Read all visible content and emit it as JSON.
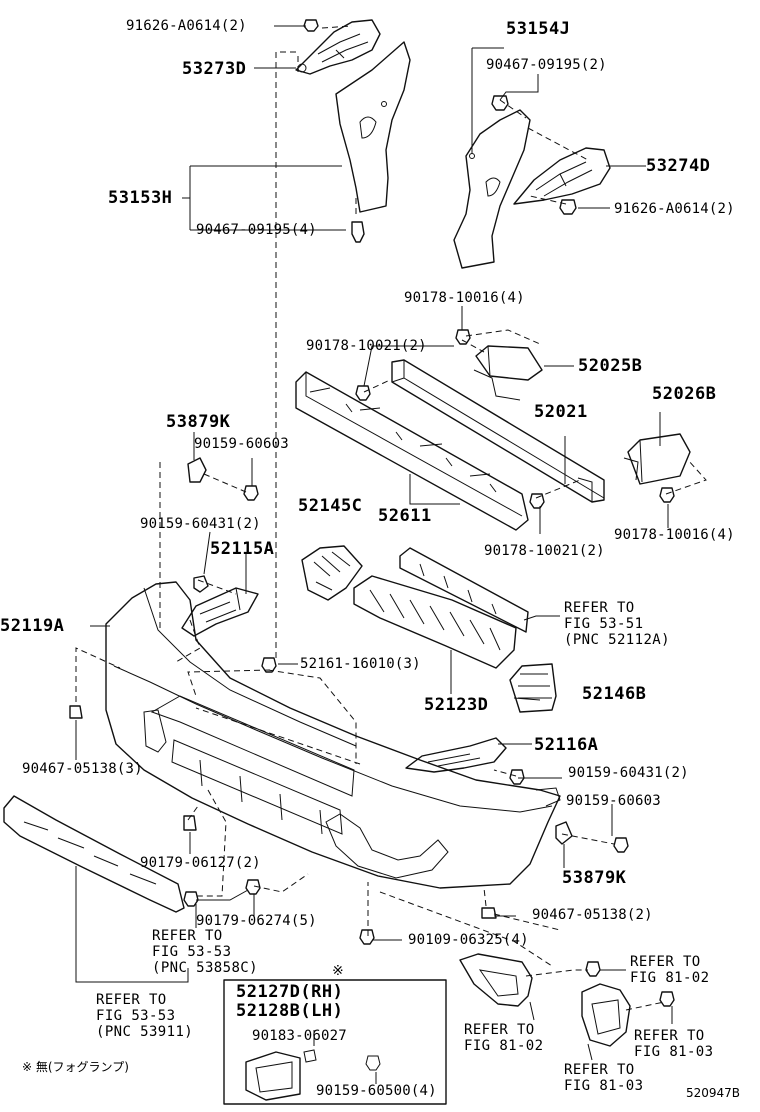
{
  "parts": {
    "p53273D": "53273D",
    "p91626_tl": "91626-A0614(2)",
    "p53153H": "53153H",
    "p90467_09195_4": "90467-09195(4)",
    "p53154J": "53154J",
    "p90467_09195_2": "90467-09195(2)",
    "p53274D": "53274D",
    "p91626_r": "91626-A0614(2)",
    "p90178_10016_top": "90178-10016(4)",
    "p90178_10021_top": "90178-10021(2)",
    "p52025B": "52025B",
    "p52026B": "52026B",
    "p52021": "52021",
    "p53879K_top": "53879K",
    "p90159_60603_top": "90159-60603",
    "p52145C": "52145C",
    "p52611": "52611",
    "p90178_10021_bot": "90178-10021(2)",
    "p90178_10016_bot": "90178-10016(4)",
    "p90159_60431_top": "90159-60431(2)",
    "p52115A": "52115A",
    "p52119A": "52119A",
    "p52161": "52161-16010(3)",
    "p52123D": "52123D",
    "p52146B": "52146B",
    "p90467_05138_3": "90467-05138(3)",
    "p52116A": "52116A",
    "p90159_60431_bot": "90159-60431(2)",
    "p90159_60603_bot": "90159-60603",
    "p53879K_bot": "53879K",
    "p90179_06127": "90179-06127(2)",
    "p90179_06274": "90179-06274(5)",
    "p90467_05138_2": "90467-05138(2)",
    "p90109_06325": "90109-06325(4)",
    "p52127D": "52127D(RH)",
    "p52128B": "52128B(LH)",
    "p90183_06027": "90183-06027",
    "p90159_60500": "90159-60500(4)"
  },
  "refs": {
    "ref_52112A": "REFER TO\nFIG 53-51\n(PNC 52112A)",
    "ref_53858C": "REFER TO\nFIG 53-53\n(PNC 53858C)",
    "ref_53911": "REFER TO\nFIG 53-53\n(PNC 53911)",
    "ref_81_02_r": "REFER TO\nFIG 81-02",
    "ref_81_02_l": "REFER TO\nFIG 81-02",
    "ref_81_03_r": "REFER TO\nFIG 81-03",
    "ref_81_03_b": "REFER TO\nFIG 81-03"
  },
  "notes": {
    "asterisk": "※",
    "footnote": "※ 無(フォグランプ)",
    "diagram_code": "520947B"
  }
}
